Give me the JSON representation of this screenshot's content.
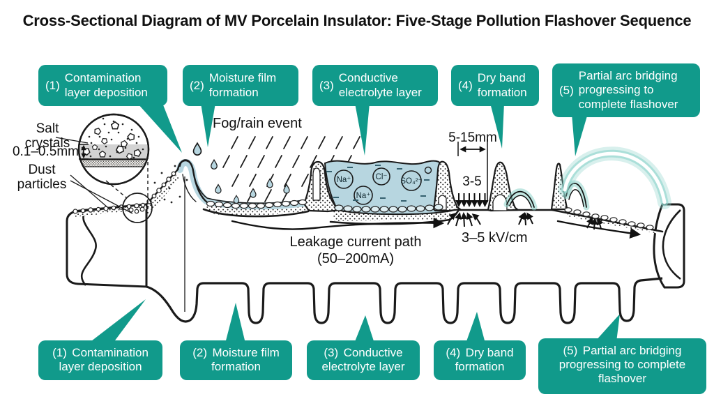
{
  "title": "Cross-Sectional Diagram of MV Porcelain Insulator: Five-Stage Pollution Flashover Sequence",
  "stages": [
    {
      "num": "(1)",
      "label": "Contamination layer deposition"
    },
    {
      "num": "(2)",
      "label": "Moisture film formation"
    },
    {
      "num": "(3)",
      "label": "Conductive electrolyte layer"
    },
    {
      "num": "(4)",
      "label": "Dry band formation"
    },
    {
      "num": "(5)",
      "label": "Partial arc bridging progressing to complete flashover"
    }
  ],
  "annotations": {
    "salt_crystals": "Salt crystals",
    "size_range": "0.1–0.5mm",
    "dust_particles": "Dust particles",
    "fog_rain": "Fog/rain event",
    "dry_band_width": "5-15mm",
    "voltage_gradient": "3-5",
    "field_strength": "3–5 kV/cm",
    "leakage_line1": "Leakage current path",
    "leakage_line2": "(50–200mA)"
  },
  "ions": [
    {
      "label": "Na⁺"
    },
    {
      "label": "Cl⁻"
    },
    {
      "label": "SO₄²⁻"
    },
    {
      "label": "Na⁺"
    }
  ],
  "colors": {
    "accent": "#119a8b",
    "electrolyte": "#b7d6e0",
    "arc_glow": "#8ed4cb",
    "ink": "#1a1a1a"
  }
}
